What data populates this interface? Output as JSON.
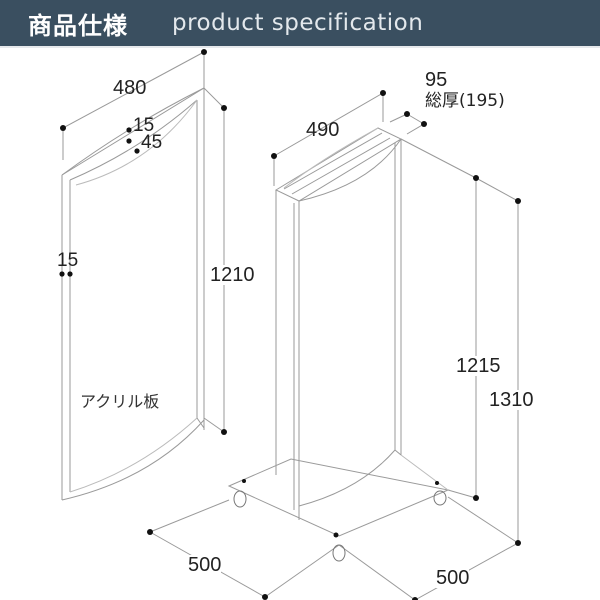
{
  "header": {
    "title_jp": "商品仕様",
    "title_en": "product specification",
    "background_color": "#3a4f60",
    "text_color": "#ffffff"
  },
  "acrylic_panel": {
    "width": "480",
    "frame_1": "15",
    "frame_2": "45",
    "side_frame": "15",
    "height": "1210",
    "material_label": "アクリル板"
  },
  "stand": {
    "sign_width": "490",
    "thickness": "95",
    "total_thickness": "総厚(195)",
    "sign_height": "1215",
    "total_height": "1310",
    "base_depth": "500",
    "base_width": "500"
  },
  "colors": {
    "line": "#9a9a9a",
    "dot": "#111111",
    "text": "#222222"
  }
}
